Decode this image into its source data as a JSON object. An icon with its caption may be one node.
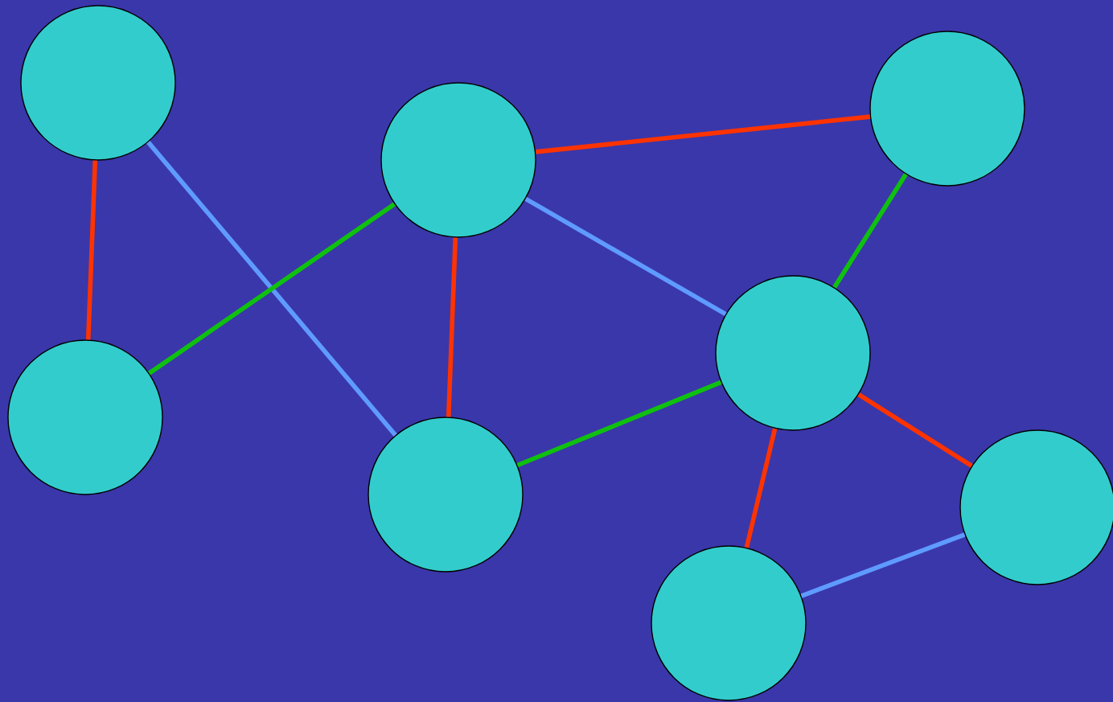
{
  "diagram": {
    "nodes": [
      {
        "text": [],
        "shape": "circle"
      },
      {
        "text": [],
        "shape": "circle"
      },
      {
        "text": [],
        "shape": "circle"
      },
      {
        "text": [],
        "shape": "circle"
      },
      {
        "text": [],
        "shape": "circle"
      },
      {
        "text": [],
        "shape": "circle"
      },
      {
        "text": [],
        "shape": "circle"
      },
      {
        "text": [],
        "shape": "circle"
      }
    ],
    "edges": [
      {
        "from": 0,
        "to": 3,
        "arrow": "none"
      },
      {
        "from": 0,
        "to": 5,
        "arrow": "none",
        "color": "#5f9bff"
      },
      {
        "from": 1,
        "to": 2,
        "arrow": "none"
      },
      {
        "from": 1,
        "to": 3,
        "arrow": "none",
        "color": "#0fc10f"
      },
      {
        "from": 1,
        "to": 5,
        "arrow": "none"
      },
      {
        "from": 1,
        "to": 4,
        "arrow": "none",
        "color": "#5f9bff"
      },
      {
        "from": 2,
        "to": 4,
        "arrow": "none",
        "color": "#0fc10f"
      },
      {
        "from": 4,
        "to": 5,
        "arrow": "none",
        "color": "#0fc10f"
      },
      {
        "from": 4,
        "to": 6,
        "arrow": "none"
      },
      {
        "from": 4,
        "to": 7,
        "arrow": "none"
      },
      {
        "from": 7,
        "to": 6,
        "arrow": "none",
        "color": "#5f9bff"
      }
    ]
  }
}
